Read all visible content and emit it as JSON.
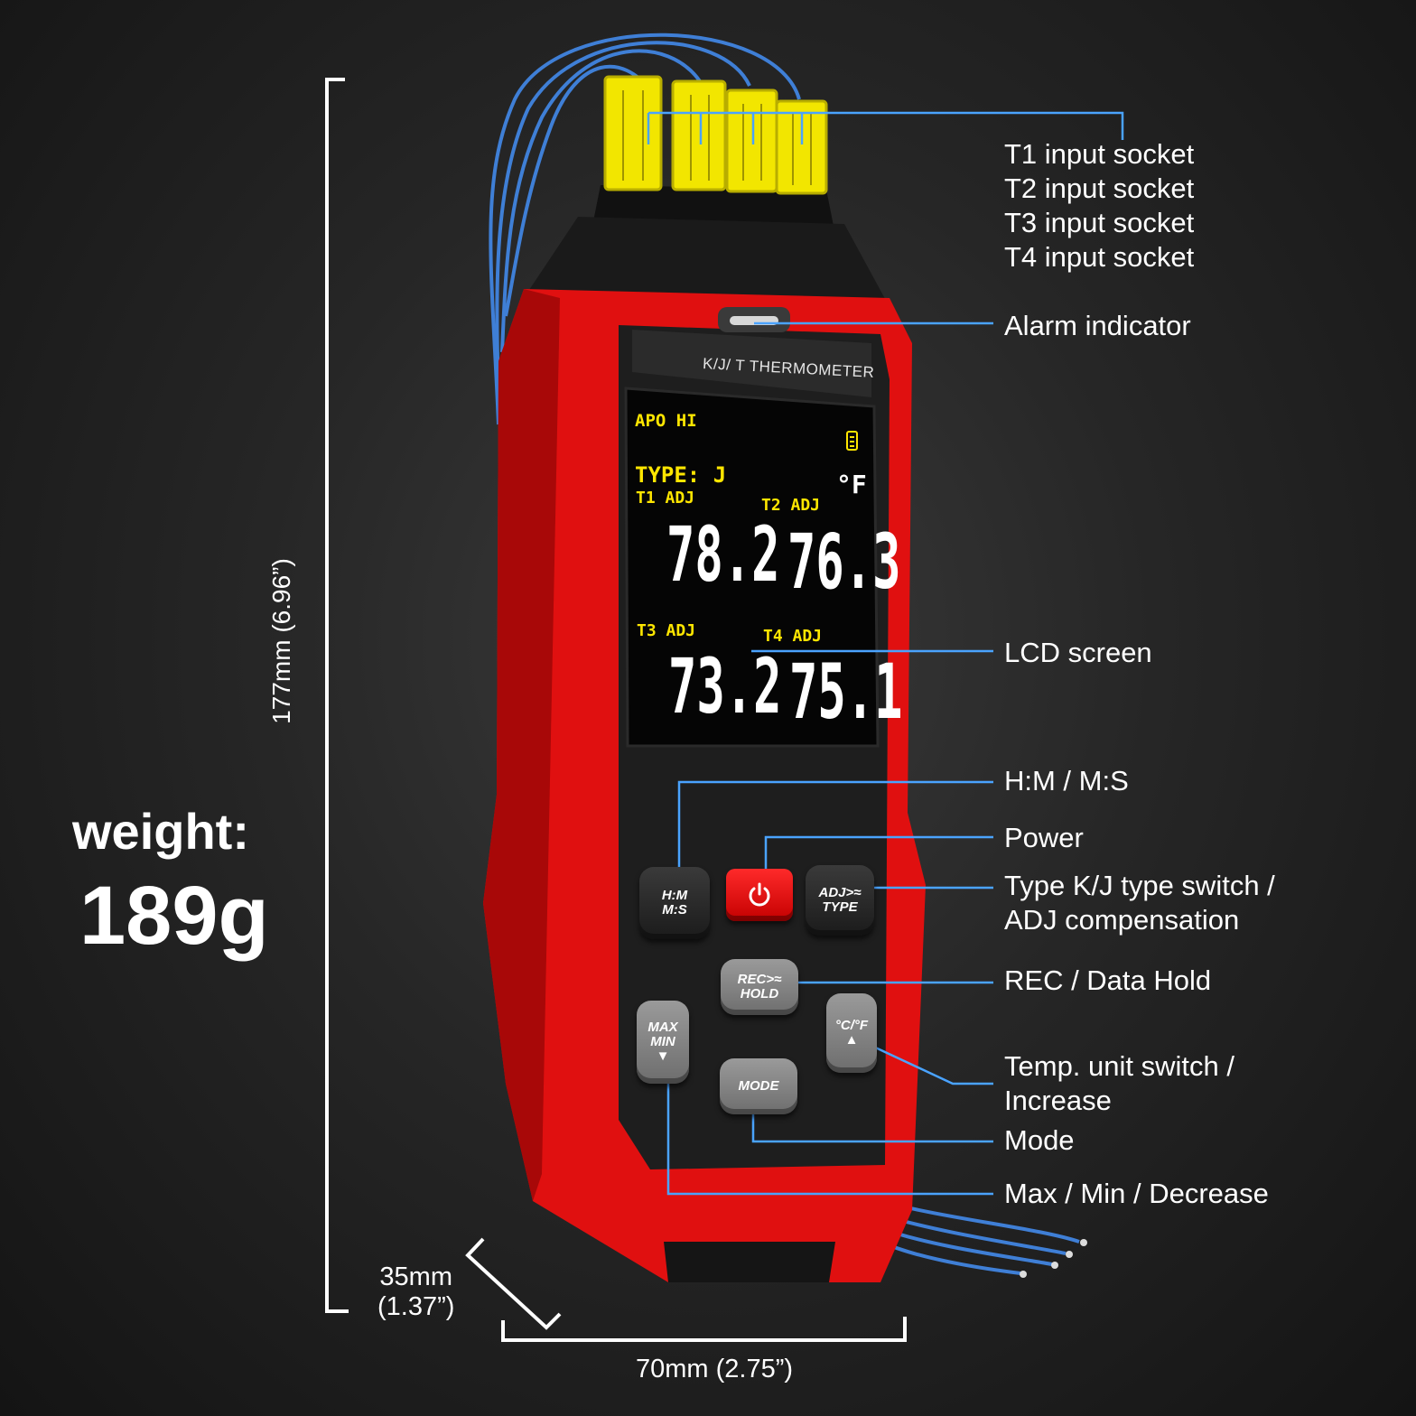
{
  "callouts": {
    "t1": "T1 input socket",
    "t2": "T2 input socket",
    "t3": "T3 input socket",
    "t4": "T4 input socket",
    "alarm": "Alarm indicator",
    "lcd": "LCD screen",
    "hm": "H:M / M:S",
    "power": "Power",
    "type_line1": "Type K/J type switch /",
    "type_line2": "ADJ compensation",
    "rec": "REC / Data Hold",
    "temp_line1": "Temp. unit switch /",
    "temp_line2": "Increase",
    "mode": "Mode",
    "maxmin": "Max / Min / Decrease"
  },
  "weight": {
    "label": "weight:",
    "value": "189g"
  },
  "dimensions": {
    "height": "177mm (6.96”)",
    "depth_line1": "35mm",
    "depth_line2": "(1.37”)",
    "width": "70mm (2.75”)"
  },
  "device": {
    "title": "K/J/ T THERMOMETER",
    "apo": "APO HI",
    "type": "TYPE:  J",
    "unit": "°F",
    "t1_label": "T1  ADJ",
    "t2_label": "T2  ADJ",
    "t3_label": "T3  ADJ",
    "t4_label": "T4  ADJ",
    "t1_value": "78.2",
    "t2_value": "76.3",
    "t3_value": "73.2",
    "t4_value": "75.1",
    "btn_hm_1": "H:M",
    "btn_hm_2": "M:S",
    "btn_adj_1": "ADJ>≈",
    "btn_adj_2": "TYPE",
    "btn_rec_1": "REC>≈",
    "btn_rec_2": "HOLD",
    "btn_max_1": "MAX",
    "btn_max_2": "MIN",
    "btn_max_3": "▼",
    "btn_unit_1": "°C/°F",
    "btn_unit_2": "▲",
    "btn_mode": "MODE"
  },
  "colors": {
    "body_red": "#e01010",
    "callout_line": "#4aa3ff",
    "lcd_yellow": "#ffe600",
    "socket_yellow": "#f2e600",
    "wire_blue": "#3f7fd6"
  }
}
